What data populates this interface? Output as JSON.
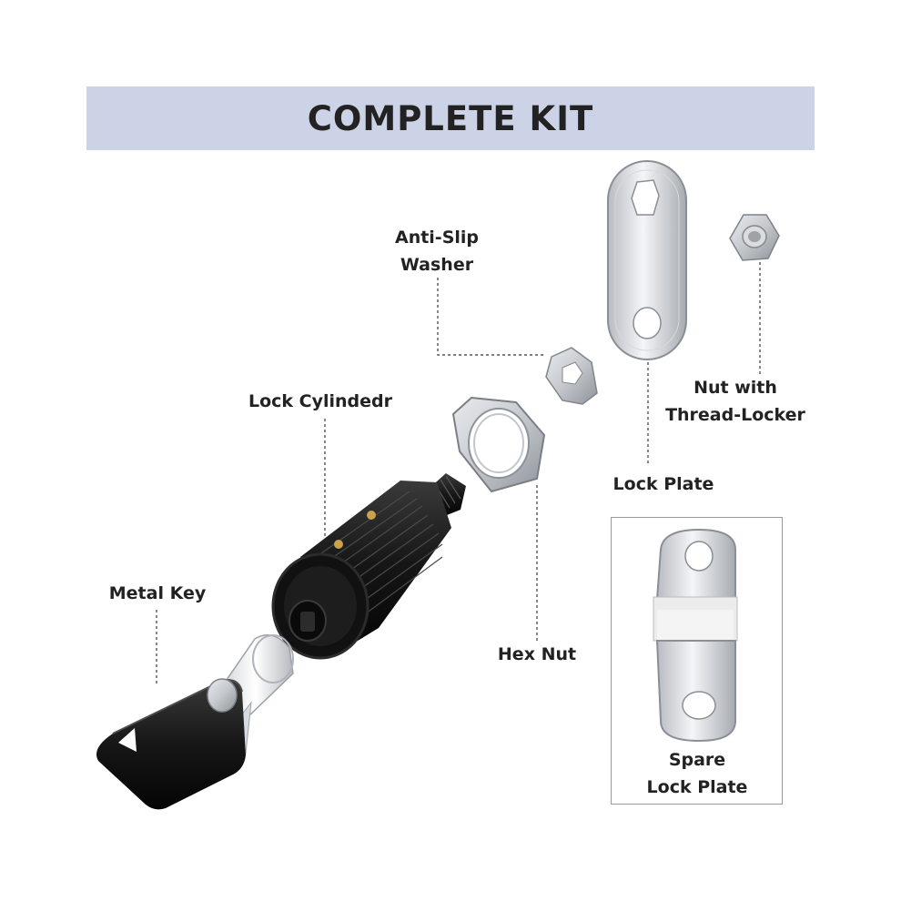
{
  "banner": {
    "title": "COMPLETE  KIT",
    "color": "#ccd3e6"
  },
  "labels": {
    "anti_slip_washer": [
      "Anti-Slip",
      "Washer"
    ],
    "lock_cylinder": [
      "Lock Cylindedr"
    ],
    "metal_key": [
      "Metal Key"
    ],
    "hex_nut": [
      "Hex Nut"
    ],
    "lock_plate": [
      "Lock Plate"
    ],
    "nut_thread_locker": [
      "Nut with",
      "Thread-Locker"
    ],
    "spare_lock_plate": [
      "Spare",
      "Lock Plate"
    ]
  },
  "parts": [
    {
      "id": "metal-key",
      "icon": "key-icon"
    },
    {
      "id": "lock-cylinder",
      "icon": "lock-cylinder-icon"
    },
    {
      "id": "hex-nut",
      "icon": "hex-nut-icon"
    },
    {
      "id": "anti-slip-washer",
      "icon": "washer-icon"
    },
    {
      "id": "lock-plate",
      "icon": "cam-plate-icon"
    },
    {
      "id": "nut-thread-locker",
      "icon": "lock-nut-icon"
    },
    {
      "id": "spare-lock-plate",
      "icon": "bent-cam-plate-icon"
    }
  ]
}
